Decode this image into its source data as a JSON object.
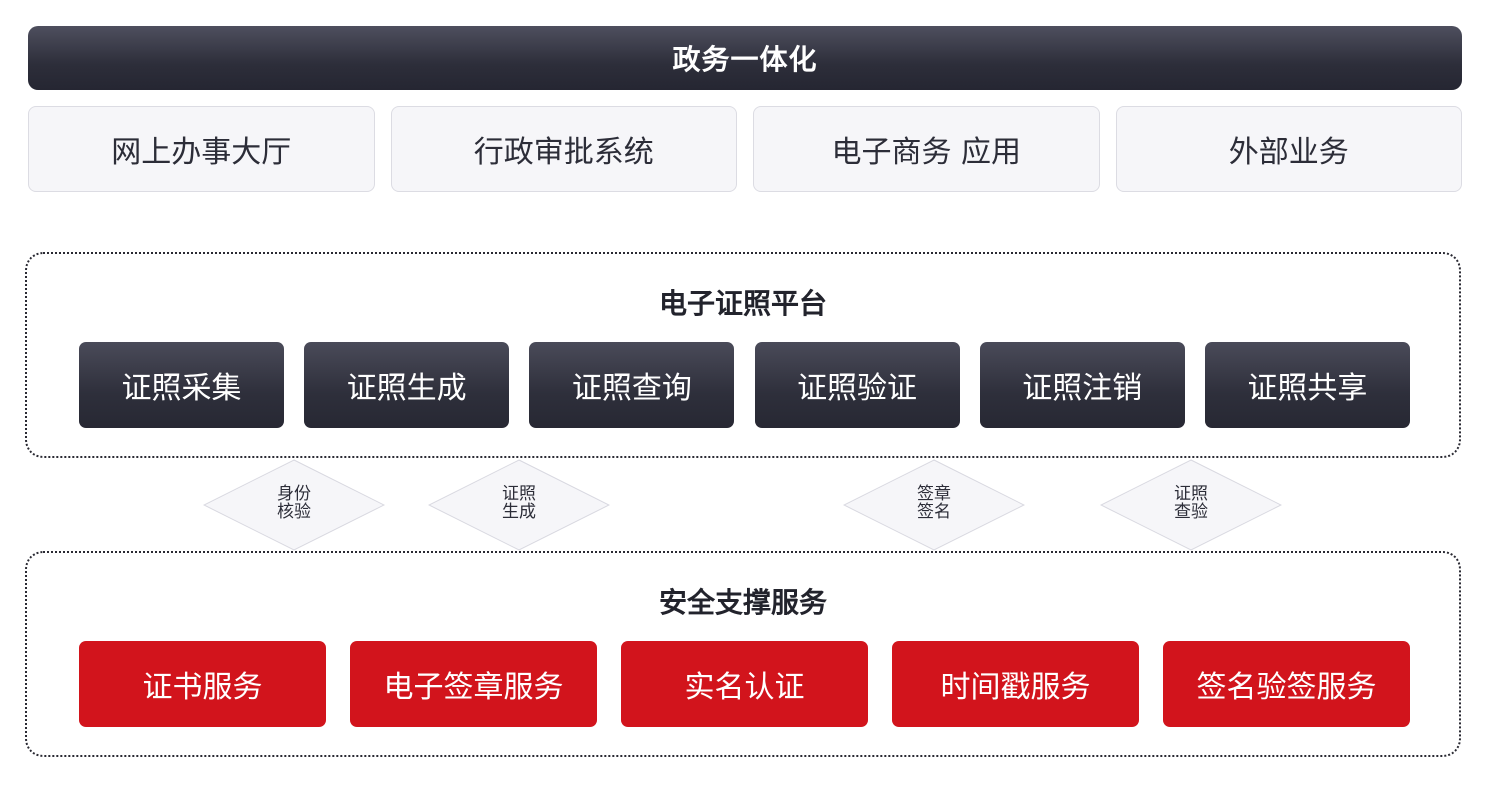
{
  "header": {
    "title": "政务一体化"
  },
  "apps": [
    {
      "label": "网上办事大厅"
    },
    {
      "label": "行政审批系统"
    },
    {
      "label": "电子商务 应用"
    },
    {
      "label": "外部业务"
    }
  ],
  "license_platform": {
    "title": "电子证照平台",
    "items": [
      {
        "label": "证照采集"
      },
      {
        "label": "证照生成"
      },
      {
        "label": "证照查询"
      },
      {
        "label": "证照验证"
      },
      {
        "label": "证照注销"
      },
      {
        "label": "证照共享"
      }
    ]
  },
  "connectors": [
    {
      "line1": "身份",
      "line2": "核验"
    },
    {
      "line1": "证照",
      "line2": "生成"
    },
    {
      "line1": "签章",
      "line2": "签名"
    },
    {
      "line1": "证照",
      "line2": "查验"
    }
  ],
  "security_services": {
    "title": "安全支撑服务",
    "items": [
      {
        "label": "证书服务"
      },
      {
        "label": "电子签章服务"
      },
      {
        "label": "实名认证"
      },
      {
        "label": "时间戳服务"
      },
      {
        "label": "签名验签服务"
      }
    ]
  },
  "colors": {
    "dark": "#2e2f3b",
    "red": "#d2141c",
    "app_bg": "#f6f6f9"
  }
}
